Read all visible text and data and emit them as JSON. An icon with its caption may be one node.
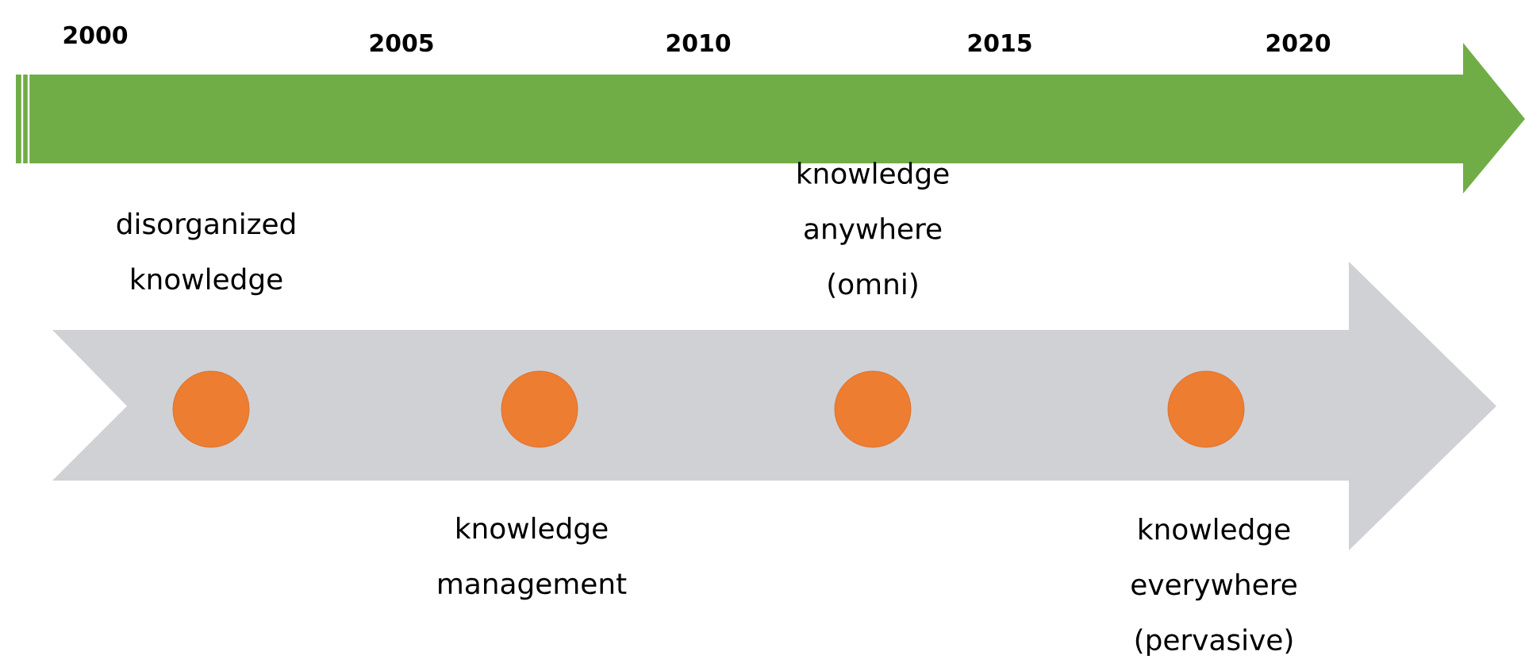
{
  "diagram": {
    "nodes": [
      {
        "text": [],
        "shape": "circle",
        "beside": [
          "disorganized knowledge"
        ]
      },
      {
        "text": [],
        "shape": "circle",
        "beside": [
          "knowledge management"
        ]
      },
      {
        "text": [],
        "shape": "circle",
        "beside": [
          "knowledge anywhere (omni)"
        ]
      },
      {
        "text": [],
        "shape": "circle",
        "beside": [
          "knowledge everywhere (pervasive)"
        ]
      }
    ],
    "labels": [
      "2000",
      "2005",
      "2010",
      "2015",
      "2020"
    ]
  }
}
